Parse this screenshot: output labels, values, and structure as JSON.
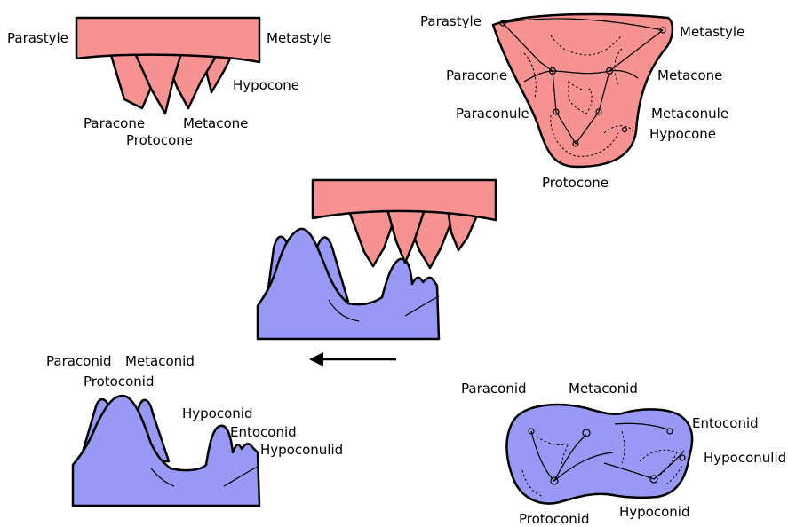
{
  "colors": {
    "upper_tooth": "#f79292",
    "lower_tooth": "#9898f5",
    "outline": "#000000"
  },
  "upper_side_view": {
    "labels": {
      "parastyle": "Parastyle",
      "metastyle": "Metastyle",
      "hypocone": "Hypocone",
      "paracone": "Paracone",
      "metacone": "Metacone",
      "protocone": "Protocone"
    }
  },
  "upper_occlusal_view": {
    "labels": {
      "parastyle": "Parastyle",
      "metastyle": "Metastyle",
      "paracone": "Paracone",
      "metacone": "Metacone",
      "paraconule": "Paraconule",
      "metaconule": "Metaconule",
      "hypocone": "Hypocone",
      "protocone": "Protocone"
    }
  },
  "occlusion_view": {
    "arrow_direction": "left"
  },
  "lower_side_view": {
    "labels": {
      "paraconid": "Paraconid",
      "metaconid": "Metaconid",
      "protoconid": "Protoconid",
      "hypoconid": "Hypoconid",
      "entoconid": "Entoconid",
      "hypoconulid": "Hypoconulid"
    }
  },
  "lower_occlusal_view": {
    "labels": {
      "paraconid": "Paraconid",
      "metaconid": "Metaconid",
      "entoconid": "Entoconid",
      "hypoconulid": "Hypoconulid",
      "protoconid": "Protoconid",
      "hypoconid": "Hypoconid"
    }
  }
}
